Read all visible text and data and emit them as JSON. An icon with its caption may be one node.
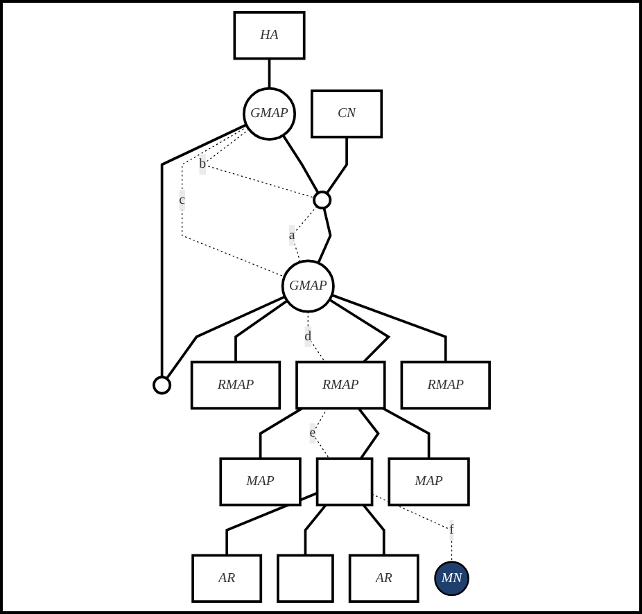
{
  "diagram": {
    "nodes": [
      {
        "text": [
          "HA"
        ]
      },
      {
        "text": [
          "GMAP"
        ]
      },
      {
        "text": [
          "CN"
        ]
      },
      {
        "text": [],
        "shape": "circle"
      },
      {
        "text": [],
        "shape": "circle"
      },
      {
        "text": [
          "GMAP"
        ]
      },
      {
        "text": [
          "RMAP"
        ]
      },
      {
        "text": [
          "RMAP"
        ]
      },
      {
        "text": [
          "RMAP"
        ]
      },
      {
        "text": [
          "MAP"
        ]
      },
      {
        "text": [],
        "shape": "box"
      },
      {
        "text": [
          "MAP"
        ]
      },
      {
        "text": [
          "AR"
        ]
      },
      {
        "text": [],
        "shape": "box"
      },
      {
        "text": [
          "AR"
        ]
      },
      {
        "text": [
          "MN"
        ]
      }
    ],
    "edges": [
      {
        "from": 0,
        "to": 1,
        "arrow": "none"
      },
      {
        "from": 2,
        "to": 3,
        "arrow": "none"
      },
      {
        "from": 1,
        "to": 3,
        "arrow": "none"
      },
      {
        "from": 3,
        "to": 5,
        "arrow": "none"
      },
      {
        "from": 5,
        "to": 4,
        "arrow": "none"
      },
      {
        "from": 4,
        "to": 1,
        "arrow": "none"
      },
      {
        "from": 1,
        "to": 3,
        "arrow": "none",
        "label": "b",
        "style": "dashed"
      },
      {
        "from": 3,
        "to": 5,
        "arrow": "none",
        "label": "a",
        "style": "dashed"
      },
      {
        "from": 1,
        "to": 5,
        "arrow": "none",
        "label": "c",
        "style": "dashed"
      },
      {
        "from": 5,
        "to": 6,
        "arrow": "none"
      },
      {
        "from": 5,
        "to": 7,
        "arrow": "none"
      },
      {
        "from": 5,
        "to": 8,
        "arrow": "none"
      },
      {
        "from": 5,
        "to": 7,
        "arrow": "none",
        "label": "d",
        "style": "dashed"
      },
      {
        "from": 7,
        "to": 9,
        "arrow": "none"
      },
      {
        "from": 7,
        "to": 10,
        "arrow": "none"
      },
      {
        "from": 7,
        "to": 11,
        "arrow": "none"
      },
      {
        "from": 7,
        "to": 10,
        "arrow": "none",
        "label": "e",
        "style": "dashed"
      },
      {
        "from": 10,
        "to": 12,
        "arrow": "none"
      },
      {
        "from": 10,
        "to": 13,
        "arrow": "none"
      },
      {
        "from": 10,
        "to": 14,
        "arrow": "none"
      },
      {
        "from": 10,
        "to": 15,
        "arrow": "none",
        "label": "f",
        "style": "dashed"
      }
    ]
  }
}
